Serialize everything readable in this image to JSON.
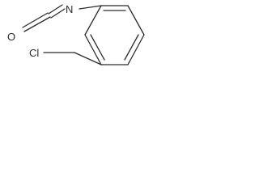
{
  "molecule": {
    "atoms": {
      "oxygen": "O",
      "nitrogen": "N",
      "chlorine": "Cl"
    }
  }
}
